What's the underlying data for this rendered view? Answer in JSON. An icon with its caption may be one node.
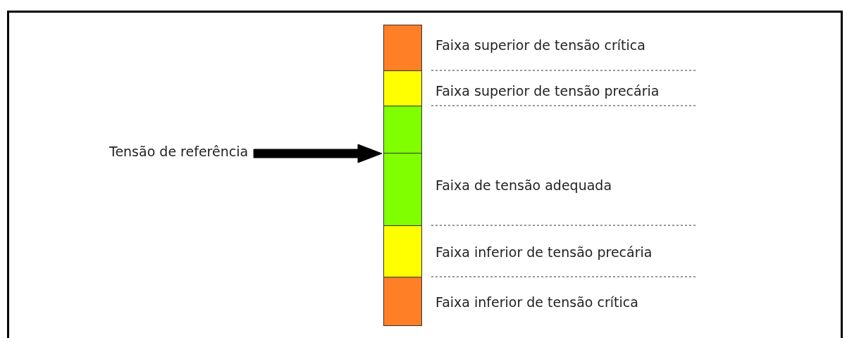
{
  "diagram": {
    "nodes": [
      {
        "text": [],
        "shape": "bar",
        "beside": [
          "Faixa superior de tensão crítica"
        ]
      },
      {
        "text": [],
        "shape": "bar",
        "beside": [
          "Faixa superior de tensão precária"
        ]
      },
      {
        "text": [],
        "shape": "bar"
      },
      {
        "text": [],
        "shape": "bar",
        "beside": [
          "Faixa de tensão adequada"
        ]
      },
      {
        "text": [],
        "shape": "bar",
        "beside": [
          "Faixa inferior de tensão precária"
        ]
      },
      {
        "text": [],
        "shape": "bar",
        "beside": [
          "Faixa inferior de tensão crítica"
        ]
      },
      {
        "text": [
          "Tensão  de referência"
        ]
      }
    ],
    "edges": [
      {
        "from": 6,
        "to": 2,
        "arrow": "to",
        "style": "thick"
      }
    ]
  }
}
